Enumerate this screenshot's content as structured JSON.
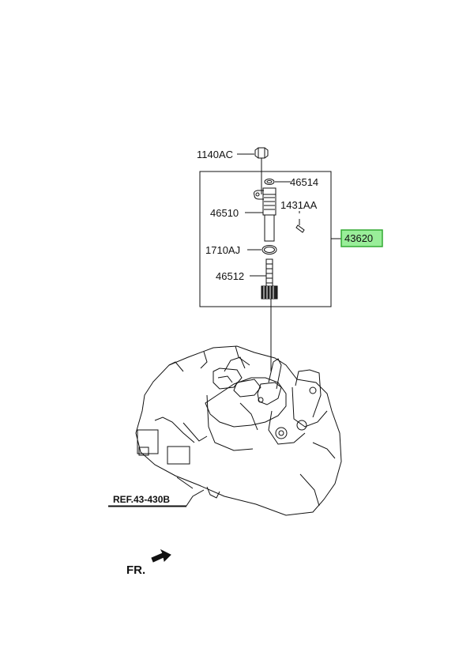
{
  "parts": {
    "bolt": "1140AC",
    "oring_small": "46514",
    "sensor": "46510",
    "pin": "1431AA",
    "oring": "1710AJ",
    "gear": "46512",
    "assembly": "43620"
  },
  "reference": "REF.43-430B",
  "direction": "FR.",
  "colors": {
    "highlight_fill": "#99ee99",
    "highlight_stroke": "#33aa33",
    "line": "#111111"
  }
}
